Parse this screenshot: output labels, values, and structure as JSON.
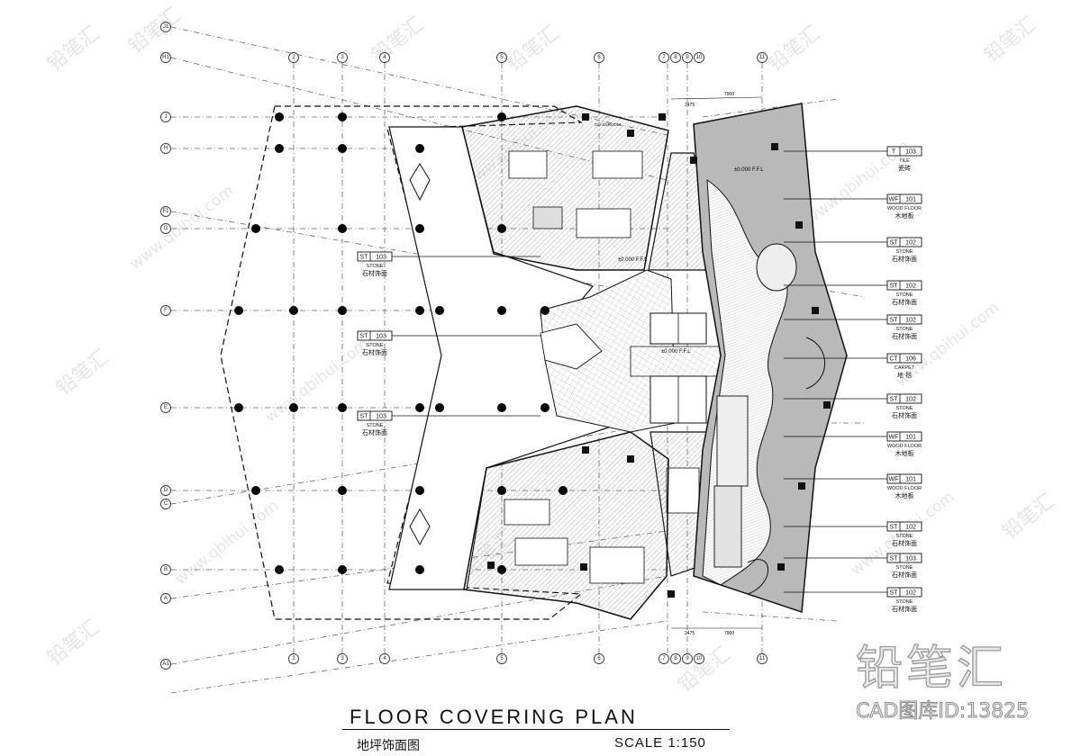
{
  "title": {
    "main": "FLOOR   COVERING   PLAN",
    "cn": "地坪饰面图",
    "scale": "SCALE  1:150"
  },
  "branding": {
    "logo": "铅笔汇",
    "id": "CAD图库ID:13825",
    "watermark_cn": "铅笔汇",
    "watermark_url": "www.qbihui.com"
  },
  "grid": {
    "top_bubbles": [
      "2",
      "3",
      "4",
      "5",
      "6",
      "7",
      "8",
      "9",
      "10",
      "11"
    ],
    "left_bubbles": [
      "J1",
      "H1",
      "J",
      "H",
      "F1",
      "G",
      "F",
      "E",
      "D",
      "C",
      "B",
      "A",
      "A1"
    ]
  },
  "spot_labels": {
    "ffl_upper": "±0.000 F.F.L",
    "ffl_lobby": "±0.000 F.F.L",
    "ffl_right": "±0.000 F.F.L",
    "classroom": "CLASSROOM",
    "dim_top_1": "2475",
    "dim_top_2": "7900",
    "dim_bot_1": "2475",
    "dim_bot_2": "7900"
  },
  "tags_left": [
    {
      "code": "ST",
      "num": "103",
      "name": "STONE",
      "cn": "石材饰面"
    },
    {
      "code": "ST",
      "num": "103",
      "name": "STONE",
      "cn": "石材饰面"
    },
    {
      "code": "ST",
      "num": "103",
      "name": "STONE",
      "cn": "石材饰面"
    }
  ],
  "tags_right": [
    {
      "code": "T",
      "num": "103",
      "name": "TILE",
      "cn": "瓷砖"
    },
    {
      "code": "WF",
      "num": "101",
      "name": "WOOD FLOOR",
      "cn": "木地板"
    },
    {
      "code": "ST",
      "num": "102",
      "name": "STONE",
      "cn": "石材饰面"
    },
    {
      "code": "ST",
      "num": "102",
      "name": "STONE",
      "cn": "石材饰面"
    },
    {
      "code": "ST",
      "num": "102",
      "name": "STONE",
      "cn": "石材饰面"
    },
    {
      "code": "CT",
      "num": "106",
      "name": "CARPET",
      "cn": "地 毯"
    },
    {
      "code": "ST",
      "num": "102",
      "name": "STONE",
      "cn": "石材饰面"
    },
    {
      "code": "WF",
      "num": "101",
      "name": "WOOD FLOOR",
      "cn": "木地板"
    },
    {
      "code": "WF",
      "num": "101",
      "name": "WOOD FLOOR",
      "cn": "木地板"
    },
    {
      "code": "ST",
      "num": "102",
      "name": "STONE",
      "cn": "石材饰面"
    },
    {
      "code": "ST",
      "num": "103",
      "name": "STONE",
      "cn": "石材饰面"
    },
    {
      "code": "ST",
      "num": "102",
      "name": "STONE",
      "cn": "石材饰面"
    }
  ],
  "colors": {
    "line": "#111111",
    "hatch": "#8a8a8a",
    "fill_grey": "#b9b9b9",
    "fill_light": "#dcdcdc",
    "watermark": "#cfcfcf"
  }
}
